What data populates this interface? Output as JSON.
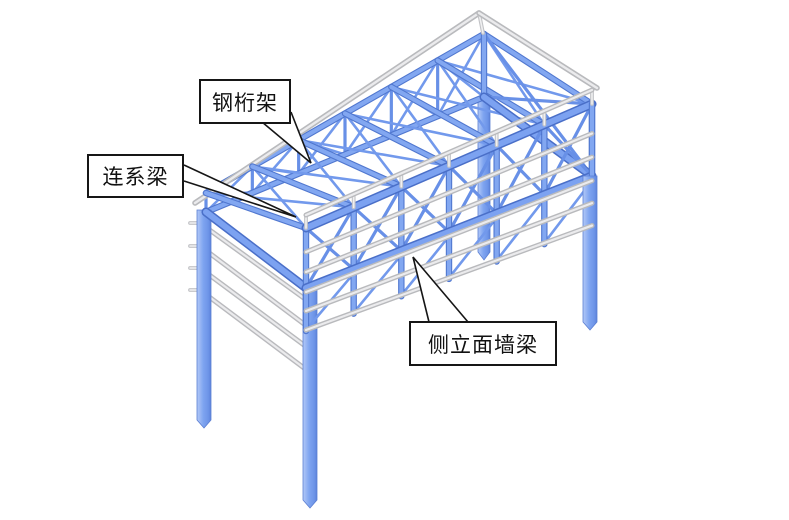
{
  "figure": {
    "type": "3d-structural-diagram",
    "description": "Isometric rendering of a steel truss support structure on four columns"
  },
  "labels": {
    "steel_truss": "钢桁架",
    "tie_beam": "连系梁",
    "side_wall_girt": "侧立面墙梁"
  },
  "colors": {
    "background": "#ffffff",
    "blue_dark": "#4a6fc8",
    "blue_mid": "#5077cf",
    "blue_main": "#7ca2f1",
    "blue_light": "#82a7f1",
    "blue_thin": "#6890e7",
    "blue_thin2": "#7299ec",
    "col_grad_1": "#b3c9f7",
    "col_grad_2": "#7ea4f0",
    "col_grad_3": "#6e95e8",
    "col_grad_4": "#5d83da",
    "col_edge": "#5b7fd3",
    "gray_edge": "#b9babd",
    "gray_core": "#ebebed",
    "gray_thin_edge": "#c2c3c6",
    "gray_thin_core": "#f0f0f1",
    "callout_border": "#161616",
    "callout_fill": "#ffffff"
  }
}
